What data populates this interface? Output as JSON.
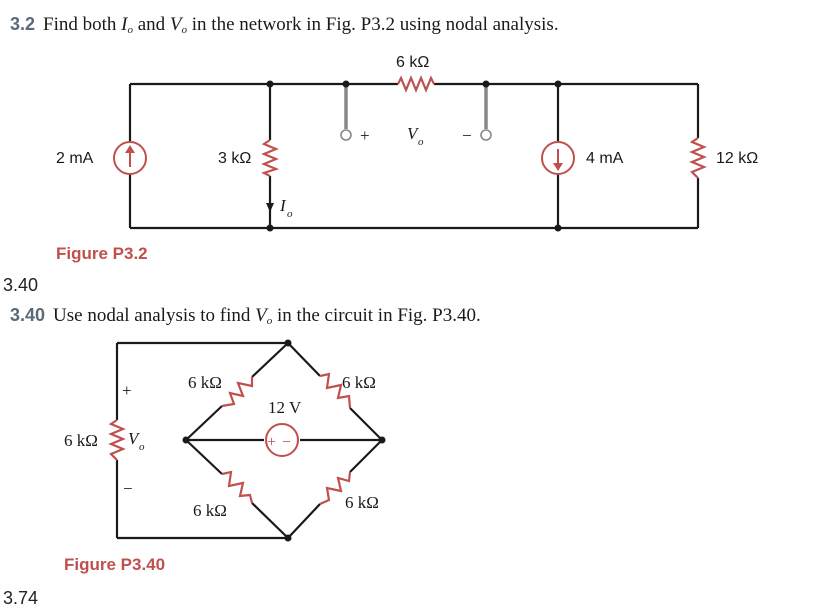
{
  "problem_32": {
    "number": "3.2",
    "text_a": "Find both ",
    "i_sym": "I",
    "sub_o1": "o",
    "text_b": " and ",
    "v_sym": "V",
    "sub_o2": "o",
    "text_c": " in the network in Fig. P3.2 using nodal analysis."
  },
  "figure_p32": {
    "caption": "Figure P3.2",
    "current_source_left": "2 mA",
    "resistor_3k": "3 kΩ",
    "resistor_top": "6 kΩ",
    "current_source_right": "4 mA",
    "resistor_12k": "12 kΩ",
    "plus": "+",
    "minus": "−",
    "vo_v": "V",
    "vo_sub": "o",
    "io_i": "I",
    "io_sub": "o"
  },
  "margin_340": "3.40",
  "problem_340": {
    "number": "3.40",
    "text_a": "Use nodal analysis to find ",
    "v_sym": "V",
    "sub_o": "o",
    "text_b": " in the circuit in Fig. P3.40."
  },
  "figure_p340": {
    "caption": "Figure P3.40",
    "r_left": "6 kΩ",
    "r_upper_left": "6 kΩ",
    "r_upper_right": "6 kΩ",
    "r_lower_left": "6 kΩ",
    "r_lower_right": "6 kΩ",
    "source": "12 V",
    "plus": "+",
    "minus": "−",
    "vo_v": "V",
    "vo_sub": "o",
    "src_plus": "+",
    "src_minus": "−"
  },
  "margin_374": "3.74",
  "colors": {
    "accent": "#c0504d",
    "number_gray": "#5a6a7a"
  }
}
